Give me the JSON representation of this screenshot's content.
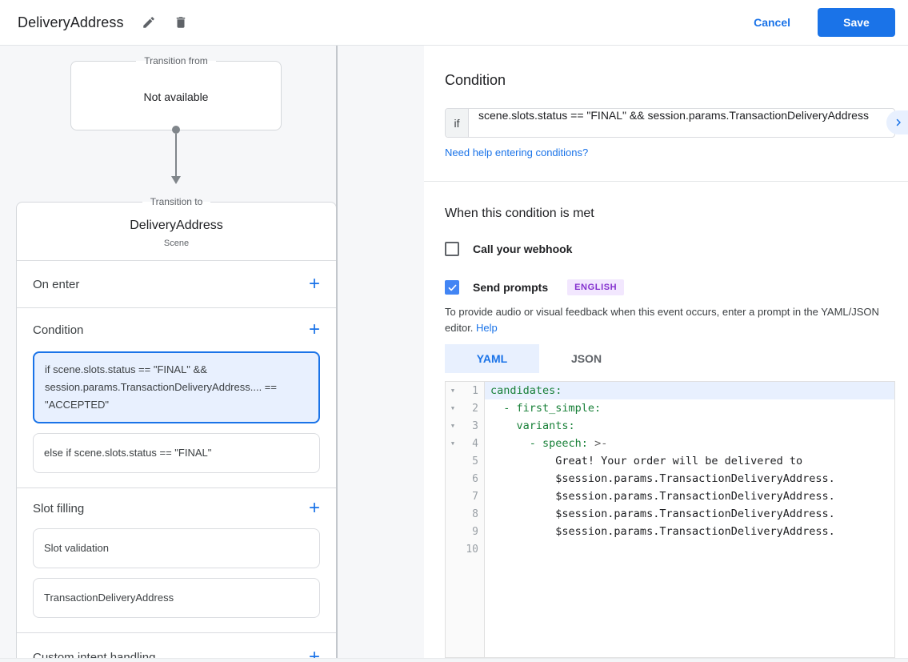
{
  "header": {
    "title": "DeliveryAddress",
    "cancel_label": "Cancel",
    "save_label": "Save"
  },
  "left_panel": {
    "transition_from": {
      "label": "Transition from",
      "content": "Not available"
    },
    "transition_to": {
      "label": "Transition to",
      "scene_name": "DeliveryAddress",
      "scene_type": "Scene",
      "on_enter": {
        "label": "On enter"
      },
      "condition": {
        "label": "Condition",
        "cards": [
          {
            "text": "if scene.slots.status == \"FINAL\" && session.params.TransactionDeliveryAddress.... == \"ACCEPTED\"",
            "selected": true
          },
          {
            "text": "else if scene.slots.status == \"FINAL\"",
            "selected": false
          }
        ]
      },
      "slot_filling": {
        "label": "Slot filling",
        "cards": [
          {
            "text": "Slot validation"
          },
          {
            "text": "TransactionDeliveryAddress"
          }
        ]
      },
      "custom_intent": {
        "label": "Custom intent handling"
      }
    }
  },
  "right_panel": {
    "condition": {
      "title": "Condition",
      "if_label": "if",
      "expression": "scene.slots.status == \"FINAL\" && session.params.TransactionDeliveryAddress",
      "help_link": "Need help entering conditions?"
    },
    "when_met": {
      "title": "When this condition is met",
      "webhook": {
        "label": "Call your webhook",
        "checked": false
      },
      "prompts": {
        "label": "Send prompts",
        "checked": true,
        "badge": "ENGLISH"
      },
      "description": "To provide audio or visual feedback when this event occurs, enter a prompt in the YAML/JSON editor.",
      "help_label": "Help"
    },
    "editor": {
      "tabs": [
        {
          "label": "YAML",
          "active": true
        },
        {
          "label": "JSON",
          "active": false
        }
      ],
      "lines": [
        {
          "n": 1,
          "fold": true,
          "highlight": true,
          "segments": [
            {
              "t": "candidates:",
              "c": "k"
            }
          ]
        },
        {
          "n": 2,
          "fold": true,
          "segments": [
            {
              "t": "  ",
              "c": "p"
            },
            {
              "t": "- first_simple:",
              "c": "k"
            }
          ]
        },
        {
          "n": 3,
          "fold": true,
          "segments": [
            {
              "t": "    ",
              "c": "p"
            },
            {
              "t": "variants:",
              "c": "k"
            }
          ]
        },
        {
          "n": 4,
          "fold": true,
          "segments": [
            {
              "t": "      ",
              "c": "p"
            },
            {
              "t": "- speech:",
              "c": "k"
            },
            {
              "t": " >-",
              "c": "m"
            }
          ]
        },
        {
          "n": 5,
          "segments": [
            {
              "t": "          Great! Your order will be delivered to",
              "c": "p"
            }
          ]
        },
        {
          "n": 6,
          "segments": [
            {
              "t": "          $session.params.TransactionDeliveryAddress.",
              "c": "p"
            }
          ]
        },
        {
          "n": 7,
          "segments": [
            {
              "t": "          $session.params.TransactionDeliveryAddress.",
              "c": "p"
            }
          ]
        },
        {
          "n": 8,
          "segments": [
            {
              "t": "          $session.params.TransactionDeliveryAddress.",
              "c": "p"
            }
          ]
        },
        {
          "n": 9,
          "segments": [
            {
              "t": "          $session.params.TransactionDeliveryAddress.",
              "c": "p"
            }
          ]
        },
        {
          "n": 10,
          "segments": []
        }
      ]
    }
  },
  "colors": {
    "accent_blue": "#1a73e8",
    "checkbox_blue": "#4285f4",
    "code_key_green": "#188038",
    "badge_purple": "#8430ce",
    "badge_bg": "#f2e7fe",
    "selected_card_bg": "#e8f0fe",
    "selected_card_border": "#1a73e8"
  }
}
